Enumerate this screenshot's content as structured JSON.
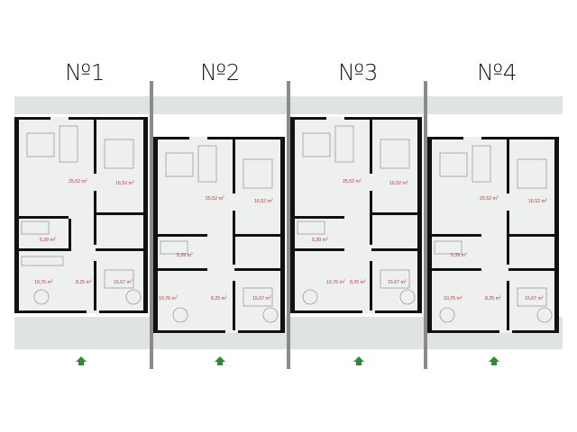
{
  "units": [
    {
      "title": "№1",
      "areas": {
        "living": "25,52",
        "bedroom1": "16,52",
        "bath": "5,39",
        "room3": "10,76",
        "hall": "8,25",
        "bedroom2": "15,67"
      }
    },
    {
      "title": "№2",
      "areas": {
        "living": "25,52",
        "bedroom1": "16,52",
        "bath": "5,39",
        "room3": "10,76",
        "hall": "8,25",
        "bedroom2": "15,67"
      }
    },
    {
      "title": "№3",
      "areas": {
        "living": "25,52",
        "bedroom1": "16,52",
        "bath": "5,39",
        "room3": "10,76",
        "hall": "8,25",
        "bedroom2": "15,67"
      }
    },
    {
      "title": "№4",
      "areas": {
        "living": "25,52",
        "bedroom1": "16,52",
        "bath": "5,39",
        "room3": "10,76",
        "hall": "8,25",
        "bedroom2": "15,67"
      }
    }
  ],
  "area_unit": "m",
  "area_unit_sup": "2",
  "colors": {
    "wall": "#111111",
    "floor": "#eef0ef",
    "terrace": "#dfe3e1",
    "divider": "#8a8a8a",
    "area_text": "#b33a3a",
    "entrance_arrow": "#2e8b3a"
  },
  "icons": {
    "entrance": "entrance-arrow-icon"
  }
}
